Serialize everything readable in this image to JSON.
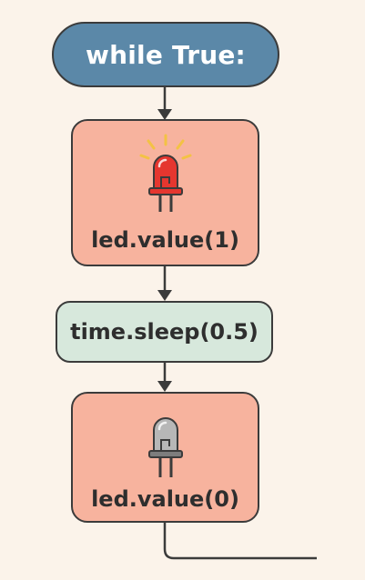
{
  "flow": {
    "loop_label": "while True:",
    "led_on_label": "led.value(1)",
    "delay_label": "time.sleep(0.5)",
    "led_off_label": "led.value(0)"
  },
  "icons": {
    "led_on": "red-led-on-icon",
    "led_off": "gray-led-off-icon",
    "glow": "led-glow-icon",
    "arrow": "arrow-down-icon"
  },
  "colors": {
    "background": "#fbf3ea",
    "loop_fill": "#5b88a8",
    "led_node_fill": "#f7b39e",
    "delay_fill": "#d7e8dc",
    "outline": "#3b3b3b",
    "led_on": "#e5362f",
    "led_off": "#b7b7b7",
    "glow": "#f3c244"
  }
}
